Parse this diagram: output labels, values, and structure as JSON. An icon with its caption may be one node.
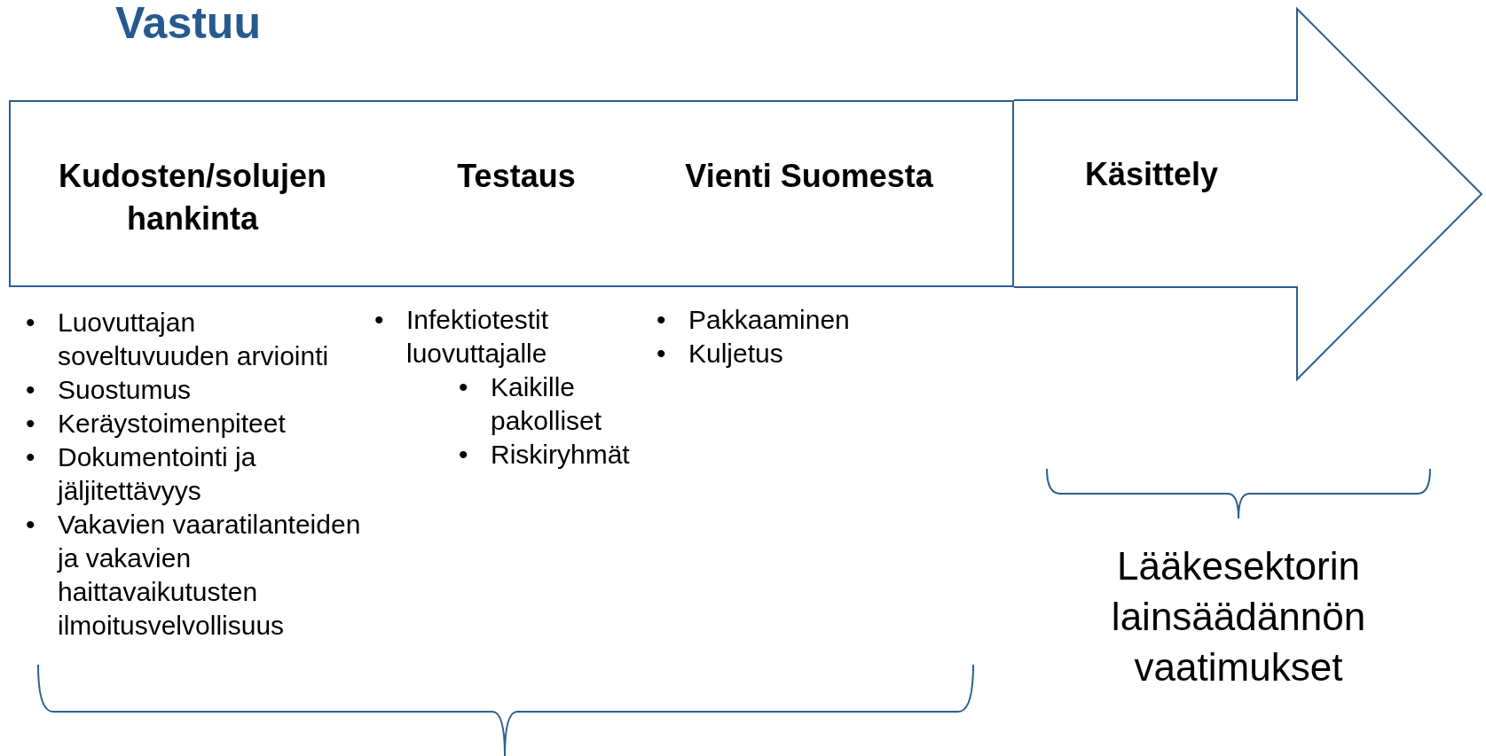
{
  "diagram": {
    "title": "Vastuu",
    "nodes": [
      {
        "text": [
          "Kudosten/solujen hankinta",
          "Testaus",
          "Vienti Suomesta"
        ]
      },
      {
        "text": [
          "Käsittely"
        ]
      }
    ],
    "labels": [
      "• Luovuttajan soveltuvuuden arviointi",
      "• Suostumus",
      "• Keräystoimenpiteet",
      "• Dokumentointi ja jäljitettävyys",
      "• Vakavien vaaratilanteiden ja vakavien haittavaikutusten ilmoitusvelvollisuus",
      "• Infektiotestit luovuttajalle",
      "• Kaikille pakolliset",
      "• Riskiryhmät",
      "• Pakkaaminen",
      "• Kuljetus",
      "Lääkesektorin lainsäädännön vaatimukset"
    ]
  }
}
